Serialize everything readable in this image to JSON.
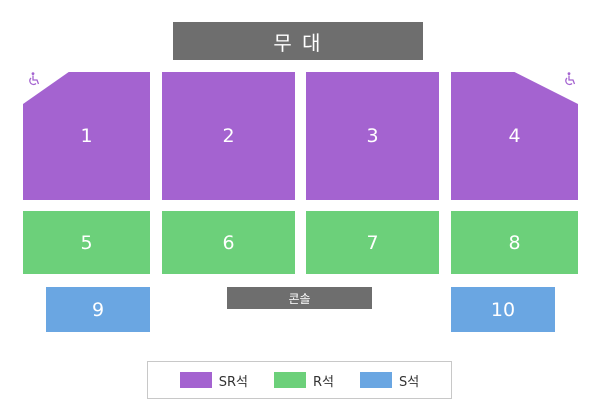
{
  "colors": {
    "sr": "#a463d0",
    "r": "#6cd07a",
    "s": "#6aa6e2",
    "stage": "#6e6e6e"
  },
  "stage": {
    "label": "무 대"
  },
  "console": {
    "label": "콘솔"
  },
  "sections": [
    {
      "number": "1",
      "grade": "SR"
    },
    {
      "number": "2",
      "grade": "SR"
    },
    {
      "number": "3",
      "grade": "SR"
    },
    {
      "number": "4",
      "grade": "SR"
    },
    {
      "number": "5",
      "grade": "R"
    },
    {
      "number": "6",
      "grade": "R"
    },
    {
      "number": "7",
      "grade": "R"
    },
    {
      "number": "8",
      "grade": "R"
    },
    {
      "number": "9",
      "grade": "S"
    },
    {
      "number": "10",
      "grade": "S"
    }
  ],
  "icons": {
    "wheelchair": "wheelchair-icon"
  },
  "legend": [
    {
      "label": "SR석",
      "grade": "SR"
    },
    {
      "label": "R석",
      "grade": "R"
    },
    {
      "label": "S석",
      "grade": "S"
    }
  ]
}
